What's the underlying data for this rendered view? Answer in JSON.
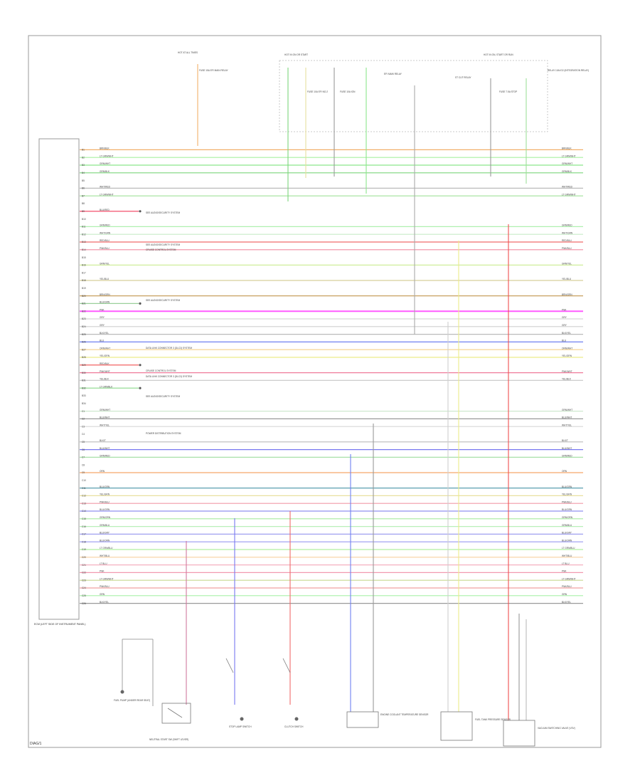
{
  "page": {
    "footer_code": "DIAG/1",
    "ecm_label": "ECM (LEFT SIDE OF INSTRUMENT PANEL)"
  },
  "power_feeds": [
    {
      "label": "HOT AT ALL TIMES"
    },
    {
      "label": "HOT IN ON OR START"
    },
    {
      "label": "HOT IN ON, START OR RUN"
    }
  ],
  "fuse_labels": {
    "f1": "FUSE 15A EFI MAIN RELAY",
    "f2": "FUSE 10A EFI NO.2",
    "f3": "FUSE 10A IGN",
    "relay": "EFI MAIN RELAY",
    "starter": "ST CUT RELAY",
    "f4": "FUSE 7.5A STOP",
    "f5": "RELAY 10A IG2 (INTEGRATION RELAY)"
  },
  "pins": [
    {
      "pin": "B1",
      "color_name": "BRN/BLK",
      "hex": "#f2b06a",
      "pos": 0.5
    },
    {
      "pin": "B2",
      "color_name": "LT GRN/WHT",
      "hex": "#a8f0a0",
      "pos": 1.5
    },
    {
      "pin": "B3",
      "color_name": "GRN/WHT",
      "hex": "#8ce88c",
      "pos": 2.5
    },
    {
      "pin": "B4",
      "color_name": "GRN/BLK",
      "hex": "#7cd67c",
      "pos": 3.5
    },
    {
      "pin": "B5",
      "color_name": "",
      "hex": "",
      "pos": 4.5
    },
    {
      "pin": "B6",
      "color_name": "WHT/RED",
      "hex": "#bbbbbb",
      "pos": 5.5
    },
    {
      "pin": "B7",
      "color_name": "LT GRN/WHT",
      "hex": "#a0e09a",
      "pos": 6.5
    },
    {
      "pin": "B8",
      "color_name": "",
      "hex": "",
      "pos": 7.5
    },
    {
      "pin": "B9",
      "color_name": "BLU/RED",
      "hex": "#f23b5c",
      "pos": 8.5
    },
    {
      "pin": "B10",
      "color_name": "",
      "hex": "",
      "pos": 9.5
    },
    {
      "pin": "B11",
      "color_name": "GRN/RED",
      "hex": "#b0f0b0",
      "pos": 10.5
    },
    {
      "pin": "B12",
      "color_name": "WHT/GRN",
      "hex": "#c8ecc8",
      "pos": 11.5
    },
    {
      "pin": "B13",
      "color_name": "RED/BLU",
      "hex": "#f06a6a",
      "pos": 12.5
    },
    {
      "pin": "B14",
      "color_name": "PNK/BLU",
      "hex": "#f08ca0",
      "pos": 13.5
    },
    {
      "pin": "B15",
      "color_name": "",
      "hex": "",
      "pos": 14.5
    },
    {
      "pin": "B16",
      "color_name": "GRN/YEL",
      "hex": "#cfee9a",
      "pos": 15.5
    },
    {
      "pin": "B17",
      "color_name": "",
      "hex": "",
      "pos": 16.5
    },
    {
      "pin": "B18",
      "color_name": "YEL/BLU",
      "hex": "#d7cf9a",
      "pos": 17.5
    },
    {
      "pin": "B19",
      "color_name": "",
      "hex": "",
      "pos": 18.5
    },
    {
      "pin": "B20",
      "color_name": "BRN/GRN",
      "hex": "#c8a060",
      "pos": 19.5
    },
    {
      "pin": "B21",
      "color_name": "BLU/GRN",
      "hex": "#9ad09a",
      "pos": 20.5
    },
    {
      "pin": "B22",
      "color_name": "PNK",
      "hex": "#ff5cff",
      "pos": 21.5
    },
    {
      "pin": "B23",
      "color_name": "GRY",
      "hex": "#d8d8d8",
      "pos": 22.5
    },
    {
      "pin": "B24",
      "color_name": "GRY",
      "hex": "#cfcfcf",
      "pos": 23.5
    },
    {
      "pin": "B25",
      "color_name": "BLK/YEL",
      "hex": "#bbbbbb",
      "pos": 24.5
    },
    {
      "pin": "B26",
      "color_name": "BLU",
      "hex": "#7080f0",
      "pos": 25.5
    },
    {
      "pin": "B27",
      "color_name": "ORN/WHT",
      "hex": "#f5d08a",
      "pos": 26.5
    },
    {
      "pin": "B28",
      "color_name": "YEL/GRN",
      "hex": "#ecec8a",
      "pos": 27.5
    },
    {
      "pin": "B29",
      "color_name": "RED/BLK",
      "hex": "#f05050",
      "pos": 28.5
    },
    {
      "pin": "B30",
      "color_name": "PNK/WHT",
      "hex": "#f07a9a",
      "pos": 29.5
    },
    {
      "pin": "B31",
      "color_name": "YEL/BLK",
      "hex": "#cccccc",
      "pos": 30.5
    },
    {
      "pin": "B32",
      "color_name": "LT GRN/BLK",
      "hex": "#8ad88a",
      "pos": 31.5
    },
    {
      "pin": "B33",
      "color_name": "",
      "hex": "",
      "pos": 32.5
    },
    {
      "pin": "B34",
      "color_name": "",
      "hex": "",
      "pos": 33.5
    },
    {
      "pin": "C1",
      "color_name": "GRN/WHT",
      "hex": "#cfe8cf",
      "pos": 34.5
    },
    {
      "pin": "C2",
      "color_name": "BLU/WHT",
      "hex": "#999999",
      "pos": 35.5
    },
    {
      "pin": "C3",
      "color_name": "WHT/YEL",
      "hex": "#d8d8d8",
      "pos": 36.5
    },
    {
      "pin": "C4",
      "color_name": "",
      "hex": "",
      "pos": 37.5
    },
    {
      "pin": "C5",
      "color_name": "BLK/T",
      "hex": "#bbbbbb",
      "pos": 38.5
    },
    {
      "pin": "C6",
      "color_name": "BLU/WHT",
      "hex": "#7878f0",
      "pos": 39.5
    },
    {
      "pin": "C7",
      "color_name": "GRN/RED",
      "hex": "#a8e0a8",
      "pos": 40.5
    },
    {
      "pin": "C8",
      "color_name": "",
      "hex": "",
      "pos": 41.5
    },
    {
      "pin": "C9",
      "color_name": "ORN",
      "hex": "#f5a86a",
      "pos": 42.5
    },
    {
      "pin": "C10",
      "color_name": "",
      "hex": "",
      "pos": 43.5
    },
    {
      "pin": "C11",
      "color_name": "BLU/GRN",
      "hex": "#5aa0b0",
      "pos": 44.5
    },
    {
      "pin": "C12",
      "color_name": "YEL/GRN",
      "hex": "#e8e0a0",
      "pos": 45.5
    },
    {
      "pin": "C13",
      "color_name": "PNK/BLU",
      "hex": "#f09aa8",
      "pos": 46.5
    },
    {
      "pin": "C14",
      "color_name": "BLU/GRN",
      "hex": "#9090f0",
      "pos": 47.5
    },
    {
      "pin": "C15",
      "color_name": "GRN/ORN",
      "hex": "#a8eaa0",
      "pos": 48.5
    },
    {
      "pin": "C16",
      "color_name": "GRN/BLU",
      "hex": "#b8f0b8",
      "pos": 49.5
    },
    {
      "pin": "C17",
      "color_name": "BLU/GRY",
      "hex": "#a0a0f0",
      "pos": 50.5
    },
    {
      "pin": "C18",
      "color_name": "BLU/ORN",
      "hex": "#9a9af0",
      "pos": 51.5
    },
    {
      "pin": "C19",
      "color_name": "LT GRN/BLU",
      "hex": "#b0f0a0",
      "pos": 52.5
    },
    {
      "pin": "C20",
      "color_name": "WHT/BLU",
      "hex": "#f8d0a0",
      "pos": 53.5
    },
    {
      "pin": "C21",
      "color_name": "LT BLU",
      "hex": "#f5b0c0",
      "pos": 54.5
    },
    {
      "pin": "C22",
      "color_name": "PNK",
      "hex": "#f29ab0",
      "pos": 55.5
    },
    {
      "pin": "C23",
      "color_name": "LT GRN/WHT",
      "hex": "#c8d890",
      "pos": 56.5
    },
    {
      "pin": "C24",
      "color_name": "PNK/BLU",
      "hex": "#f0a0a0",
      "pos": 57.5
    },
    {
      "pin": "C25",
      "color_name": "GRN",
      "hex": "#a8f0a8",
      "pos": 58.5
    },
    {
      "pin": "C26",
      "color_name": "BLK/YEL",
      "hex": "#9a9a9a",
      "pos": 59.5
    }
  ],
  "notes": {
    "to_anti_theft": "SEE AUDIO/SECURITY SYSTEM",
    "to_anti_theft2": "SEE AUDIO/SECURITY SYSTEM",
    "to_cruise": "CRUISE CONTROL SYSTEM",
    "to_anti_theft3": "SEE AUDIO/SECURITY SYSTEM",
    "to_data_link": "DATA LINK CONNECTOR 3 (DLC3) SYSTEM",
    "to_cruise2": "CRUISE CONTROL SYSTEM",
    "to_data_link2": "DATA LINK CONNECTOR 3 (DLC3) SYSTEM",
    "to_anti_theft4": "SEE AUDIO/SECURITY SYSTEM",
    "to_power_dist": "POWER DISTRIBUTION SYSTEM"
  },
  "components": [
    {
      "id": "c1",
      "label": "FUEL PUMP (UNDER REAR SEAT)"
    },
    {
      "id": "c2",
      "label": "NEUTRAL START SW (SHIFT LEVER)"
    },
    {
      "id": "c3",
      "label": "STOP LAMP SWITCH"
    },
    {
      "id": "c4",
      "label": "CLUTCH SWITCH"
    },
    {
      "id": "c5",
      "label": "ENGINE COOLANT TEMPERATURE SENSOR"
    },
    {
      "id": "c6",
      "label": "FUEL TANK PRESSURE SENSOR"
    },
    {
      "id": "c7",
      "label": "VACUUM SWITCHING VALVE (VSV)"
    }
  ]
}
